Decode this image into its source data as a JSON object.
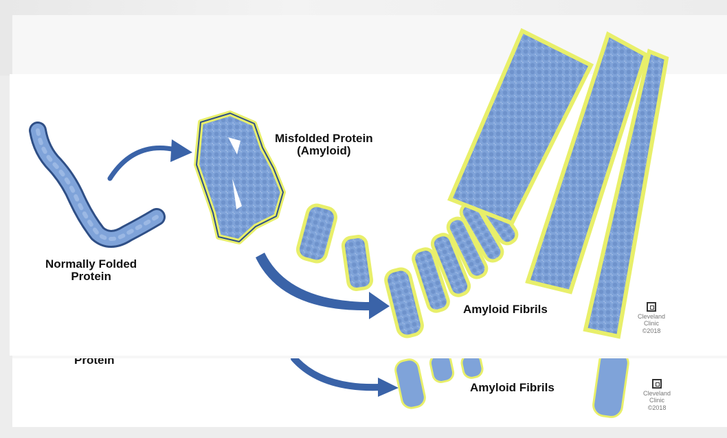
{
  "labels": {
    "normally_folded": "Normally Folded\nProtein",
    "misfolded": "Misfolded Protein\n(Amyloid)",
    "amyloid_fibrils": "Amyloid Fibrils",
    "lower_protein": "Protein",
    "lower_amyloid_fibrils": "Amyloid Fibrils"
  },
  "logo": {
    "name_line1": "Cleveland",
    "name_line2": "Clinic",
    "year": "©2018"
  },
  "colors": {
    "protein_blue": "#7fa3d9",
    "protein_outline": "#2f4f86",
    "glow_yellow": "#e8ef6a",
    "arrow_blue": "#3a63a8"
  }
}
